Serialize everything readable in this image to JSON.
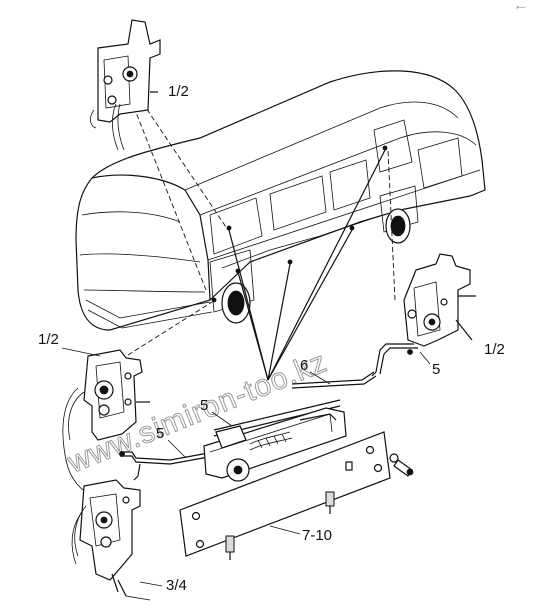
{
  "corner_mark": "»—",
  "watermark": "www.simiron-too.kz",
  "labels": {
    "top_lock": "1/2",
    "right_lock": "1/2",
    "left_lock": "1/2",
    "bottom_lock": "3/4",
    "rod_right": "5",
    "rod_mid": "6",
    "unit_top": "5",
    "unit_left": "5",
    "unit_plate": "7-10"
  }
}
